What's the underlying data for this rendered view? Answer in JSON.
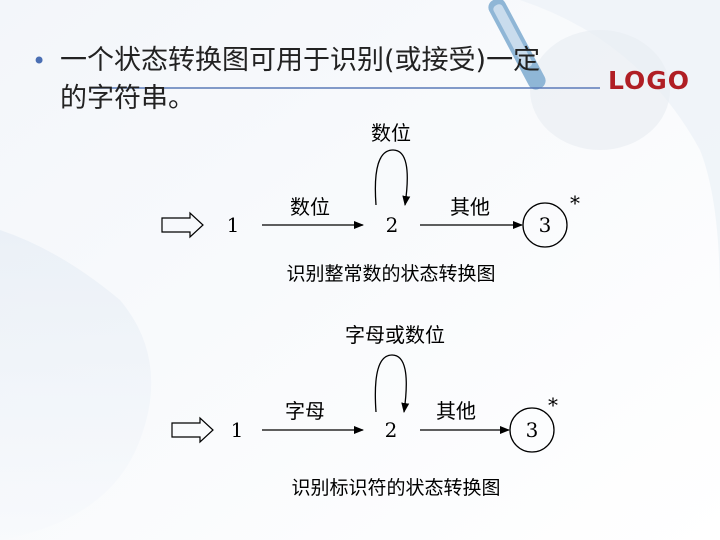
{
  "slide": {
    "bullet": "•",
    "title_line1": "一个状态转换图可用于识别(或接受)一定",
    "title_line2": "的字符串。",
    "logo": "LOGO"
  },
  "diagram1": {
    "loop_label": "数位",
    "states": [
      "1",
      "2",
      "3"
    ],
    "edge_1_2": "数位",
    "edge_2_3": "其他",
    "final_mark": "*",
    "caption": "识别整常数的状态转换图"
  },
  "diagram2": {
    "loop_label": "字母或数位",
    "states": [
      "1",
      "2",
      "3"
    ],
    "edge_1_2": "字母",
    "edge_2_3": "其他",
    "final_mark": "*",
    "caption": "识别标识符的状态转换图"
  },
  "colors": {
    "logo": "#b01e24",
    "bullet": "#4a6fb3",
    "title_rule": "#5b7bb8"
  }
}
